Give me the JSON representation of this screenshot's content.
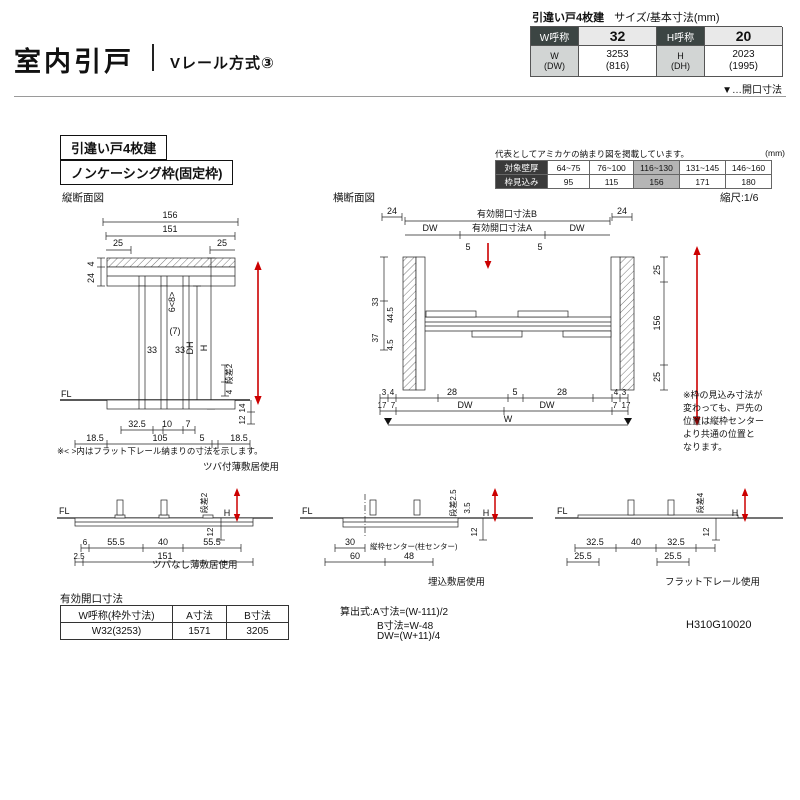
{
  "header": {
    "title": "室内引戸",
    "method": "Vレール方式③",
    "opening_note": "▼…開口寸法"
  },
  "size_table": {
    "caption_bold": "引違い戸4枚建",
    "caption": "サイズ/基本寸法(mm)",
    "w_name_label": "W呼称",
    "w_name_value": "32",
    "h_name_label": "H呼称",
    "h_name_value": "20",
    "w_dim_label": [
      "W",
      "(DW)"
    ],
    "w_dim_value": [
      "3253",
      "(816)"
    ],
    "h_dim_label": [
      "H",
      "(DH)"
    ],
    "h_dim_value": [
      "2023",
      "(1995)"
    ]
  },
  "section": {
    "box1": "引違い戸4枚建",
    "box2": "ノンケーシング枠(固定枠)"
  },
  "wall_table": {
    "note": "代表としてアミカケの納まり図を掲載しています。",
    "unit": "(mm)",
    "row1_label": "対象壁厚",
    "row1_values": [
      "64~75",
      "76~100",
      "116~130",
      "131~145",
      "146~160"
    ],
    "row2_label": "枠見込み",
    "row2_values": [
      "95",
      "115",
      "156",
      "171",
      "180"
    ]
  },
  "vsec": {
    "title": "縦断面図",
    "d156": "156",
    "d151": "151",
    "d25l": "25",
    "d25r": "25",
    "d4top": "4",
    "d24top": "24",
    "d6_8": "6<8>",
    "d7": "(7)",
    "d33a": "33",
    "d33b": "33",
    "dh": "DH",
    "h": "H",
    "step": "段差2",
    "d4b": "4",
    "fl": "FL",
    "d14": "14",
    "d12": "12",
    "d325": "32.5",
    "d10": "10",
    "d7b": "7",
    "d185l": "18.5",
    "d105": "105",
    "d5": "5",
    "d185r": "18.5",
    "note": "※< >内はフラット下レール納まりの寸法を示します。",
    "caption": "ツバ付薄敷居使用"
  },
  "hsec": {
    "title": "横断面図",
    "scale": "縮尺:1/6",
    "d24l": "24",
    "d24r": "24",
    "openB": "有効開口寸法B",
    "dwTl": "DW",
    "openA": "有効開口寸法A",
    "dwTr": "DW",
    "g5l": "5",
    "g5r": "5",
    "l33": "33",
    "l445": "44.5",
    "l37": "37",
    "l45": "4.5",
    "r25t": "25",
    "r156": "156",
    "r25b": "25",
    "b3l": "3",
    "b4l": "4",
    "b17l": "17",
    "b7l": "7",
    "b28l": "28",
    "b5c": "5",
    "b28r": "28",
    "bdwl": "DW",
    "bdwr": "DW",
    "b4r": "4",
    "b3r": "3",
    "b7r": "7",
    "b17r": "17",
    "w": "W",
    "note_lines": [
      "※枠の見込み寸法が",
      "変わっても、戸先の",
      "位置は縦枠センター",
      "より共通の位置と",
      "なります。"
    ]
  },
  "detailA": {
    "fl": "FL",
    "step": "段差2",
    "h": "H",
    "d12": "12",
    "d6": "6",
    "d555l": "55.5",
    "d40": "40",
    "d555r": "55.5",
    "d25": "2.5",
    "d151": "151",
    "caption": "ツバなし薄敷居使用"
  },
  "detailB": {
    "fl": "FL",
    "step": "段差2.5",
    "d35": "3.5",
    "h": "H",
    "d12": "12",
    "d30": "30",
    "center": "縦枠センター(柱センター)",
    "d60": "60",
    "d48": "48",
    "caption": "埋込敷居使用"
  },
  "detailC": {
    "fl": "FL",
    "step": "段差4",
    "h": "H",
    "d12": "12",
    "d325l": "32.5",
    "d40": "40",
    "d325r": "32.5",
    "d255l": "25.5",
    "d255r": "25.5",
    "caption": "フラット下レール使用"
  },
  "opening_table": {
    "title": "有効開口寸法",
    "headers": [
      "W呼称(枠外寸法)",
      "A寸法",
      "B寸法"
    ],
    "row": [
      "W32(3253)",
      "1571",
      "3205"
    ]
  },
  "formulas": {
    "line1": "算出式:A寸法=(W-111)/2",
    "line2": "B寸法=W-48",
    "line3": "DW=(W+11)/4"
  },
  "footer": {
    "doc_code": "H310G10020"
  },
  "colors": {
    "accent_red": "#cc0000",
    "header_dark": "#3c4543",
    "highlight": "#b5b5b5"
  }
}
